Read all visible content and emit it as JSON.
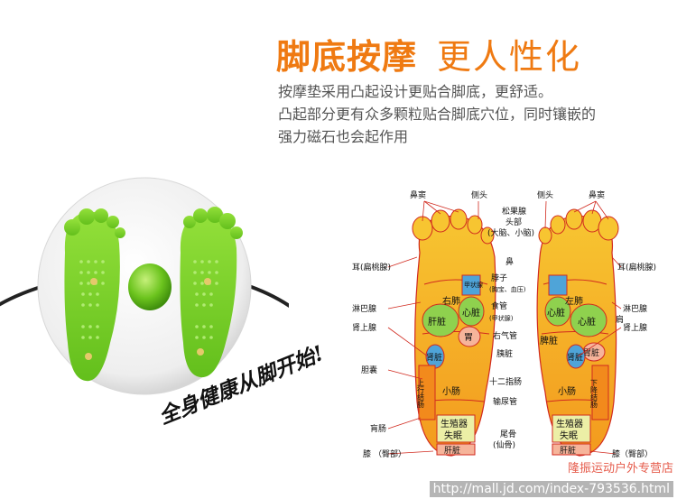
{
  "heading": {
    "main": "脚底按摩",
    "accent": "更人性化"
  },
  "description": [
    "按摩垫采用凸起设计更贴合脚底，更舒适。",
    "凸起部分更有众多颗粒贴合脚底穴位，同时镶嵌的",
    "强力磁石也会起作用"
  ],
  "slogan": "全身健康从脚开始!",
  "reflex_chart": {
    "outer_labels": {
      "bidou_l": "鼻窦",
      "cetou_l": "侧头",
      "cetou_r": "侧头",
      "bidou_r": "鼻窦",
      "songguo": "松果腺",
      "toubu": "头部",
      "danao": "(大脑、小脑)",
      "biantao_l": "耳(扁桃腺)",
      "biantao_r": "耳(扁桃腺)",
      "bi": "鼻",
      "bozi": "脖子",
      "xiongxian": "(胸宝、血压)",
      "linba_l": "淋巴腺",
      "linba_r": "淋巴腺",
      "jian": "肩",
      "shiguan": "食管",
      "jiazhuang": "(甲状腺)",
      "shenshang_l": "肾上腺",
      "shenshang_r": "肾上腺",
      "youqiguan": "右气管",
      "dannang": "胆囊",
      "yizang": "胰脏",
      "shierzhichang": "十二指肠",
      "shuniao": "输尿管",
      "zhichang": "肓肠",
      "weigu": "尾骨",
      "xiangu": "(仙骨)",
      "xi": "膝",
      "xi_r": "膝（臀部）",
      "tunbu": "（臀部）"
    },
    "zone_labels": {
      "youfei": "右肺",
      "jiazhuang": "甲状腺",
      "xinzang": "心脏",
      "ganzang": "肝脏",
      "wei": "胃",
      "shenzang": "肾脏",
      "shangxing": "上行结肠",
      "xiaochang": "小肠",
      "shengzhiqi": "生殖器",
      "shimian": "失眠",
      "ganzang2": "肝脏",
      "zuofei": "左肺",
      "xinzang2": "心脏",
      "pizang": "脾脏",
      "shenzang2": "肾脏",
      "xiaochang2": "小肠",
      "xiajiang": "下降结肠",
      "shengzhiqi2": "生殖器",
      "shimian2": "失眠",
      "ganzang3": "肝脏",
      "xinzang_r": "心脏",
      "weizang": "胃脏"
    }
  },
  "watermark": "隆振运动户外专营店",
  "url": "http://mall.jd.com/index-793536.html",
  "colors": {
    "accent": "#ef7a12",
    "foot_green": "#7fd12c",
    "disc": "#f4f4f4",
    "reflex_yellow": "#f7c531",
    "reflex_orange": "#f28a1c",
    "reflex_red": "#d12a1f"
  }
}
